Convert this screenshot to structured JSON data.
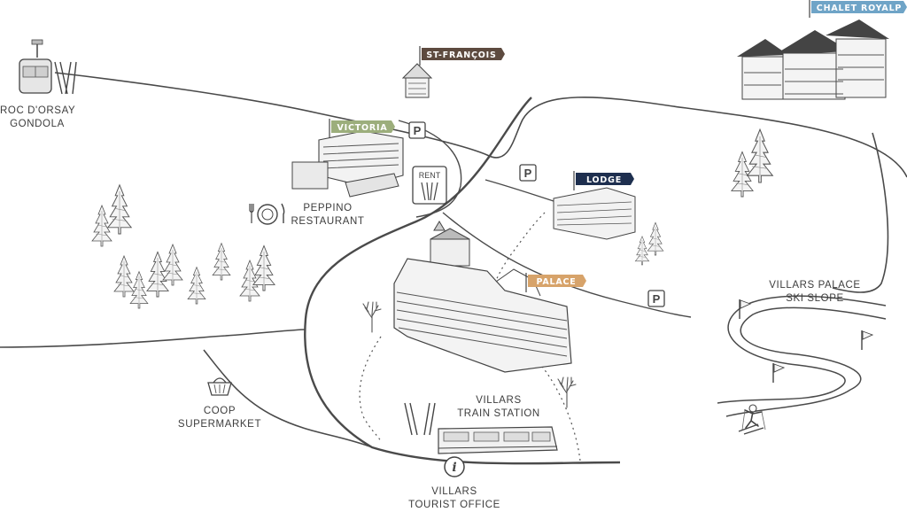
{
  "colors": {
    "line": "#4a4a4a",
    "st_francois_flag": "#5d4a3f",
    "victoria_flag": "#9cae7c",
    "lodge_flag": "#1e2f4f",
    "palace_flag": "#d7a36a",
    "chalet_royalp_flag": "#6fa4c7"
  },
  "flags": {
    "st_francois": "ST-FRANÇOIS",
    "victoria": "VICTORIA",
    "lodge": "LODGE",
    "palace": "PALACE",
    "chalet_royalp": "CHALET ROYALP"
  },
  "places": {
    "roc_gondola": [
      "ROC D'ORSAY",
      "GONDOLA"
    ],
    "peppino": [
      "PEPPINO",
      "RESTAURANT"
    ],
    "coop": [
      "COOP",
      "SUPERMARKET"
    ],
    "train_station": [
      "VILLARS",
      "TRAIN STATION"
    ],
    "tourist_office": [
      "VILLARS",
      "TOURIST OFFICE"
    ],
    "ski_slope": [
      "VILLARS PALACE",
      "SKI SLOPE"
    ]
  },
  "signs": {
    "parking": "P",
    "rent": "RENT",
    "info": "i"
  },
  "icons": [
    "gondola-icon",
    "skis-icon",
    "restaurant-plate-icon",
    "shopping-basket-icon",
    "info-icon",
    "parking-icon",
    "rent-icon",
    "skier-icon",
    "slope-flag-icon",
    "pine-tree-icon",
    "bare-tree-icon",
    "train-icon",
    "building-icon"
  ]
}
